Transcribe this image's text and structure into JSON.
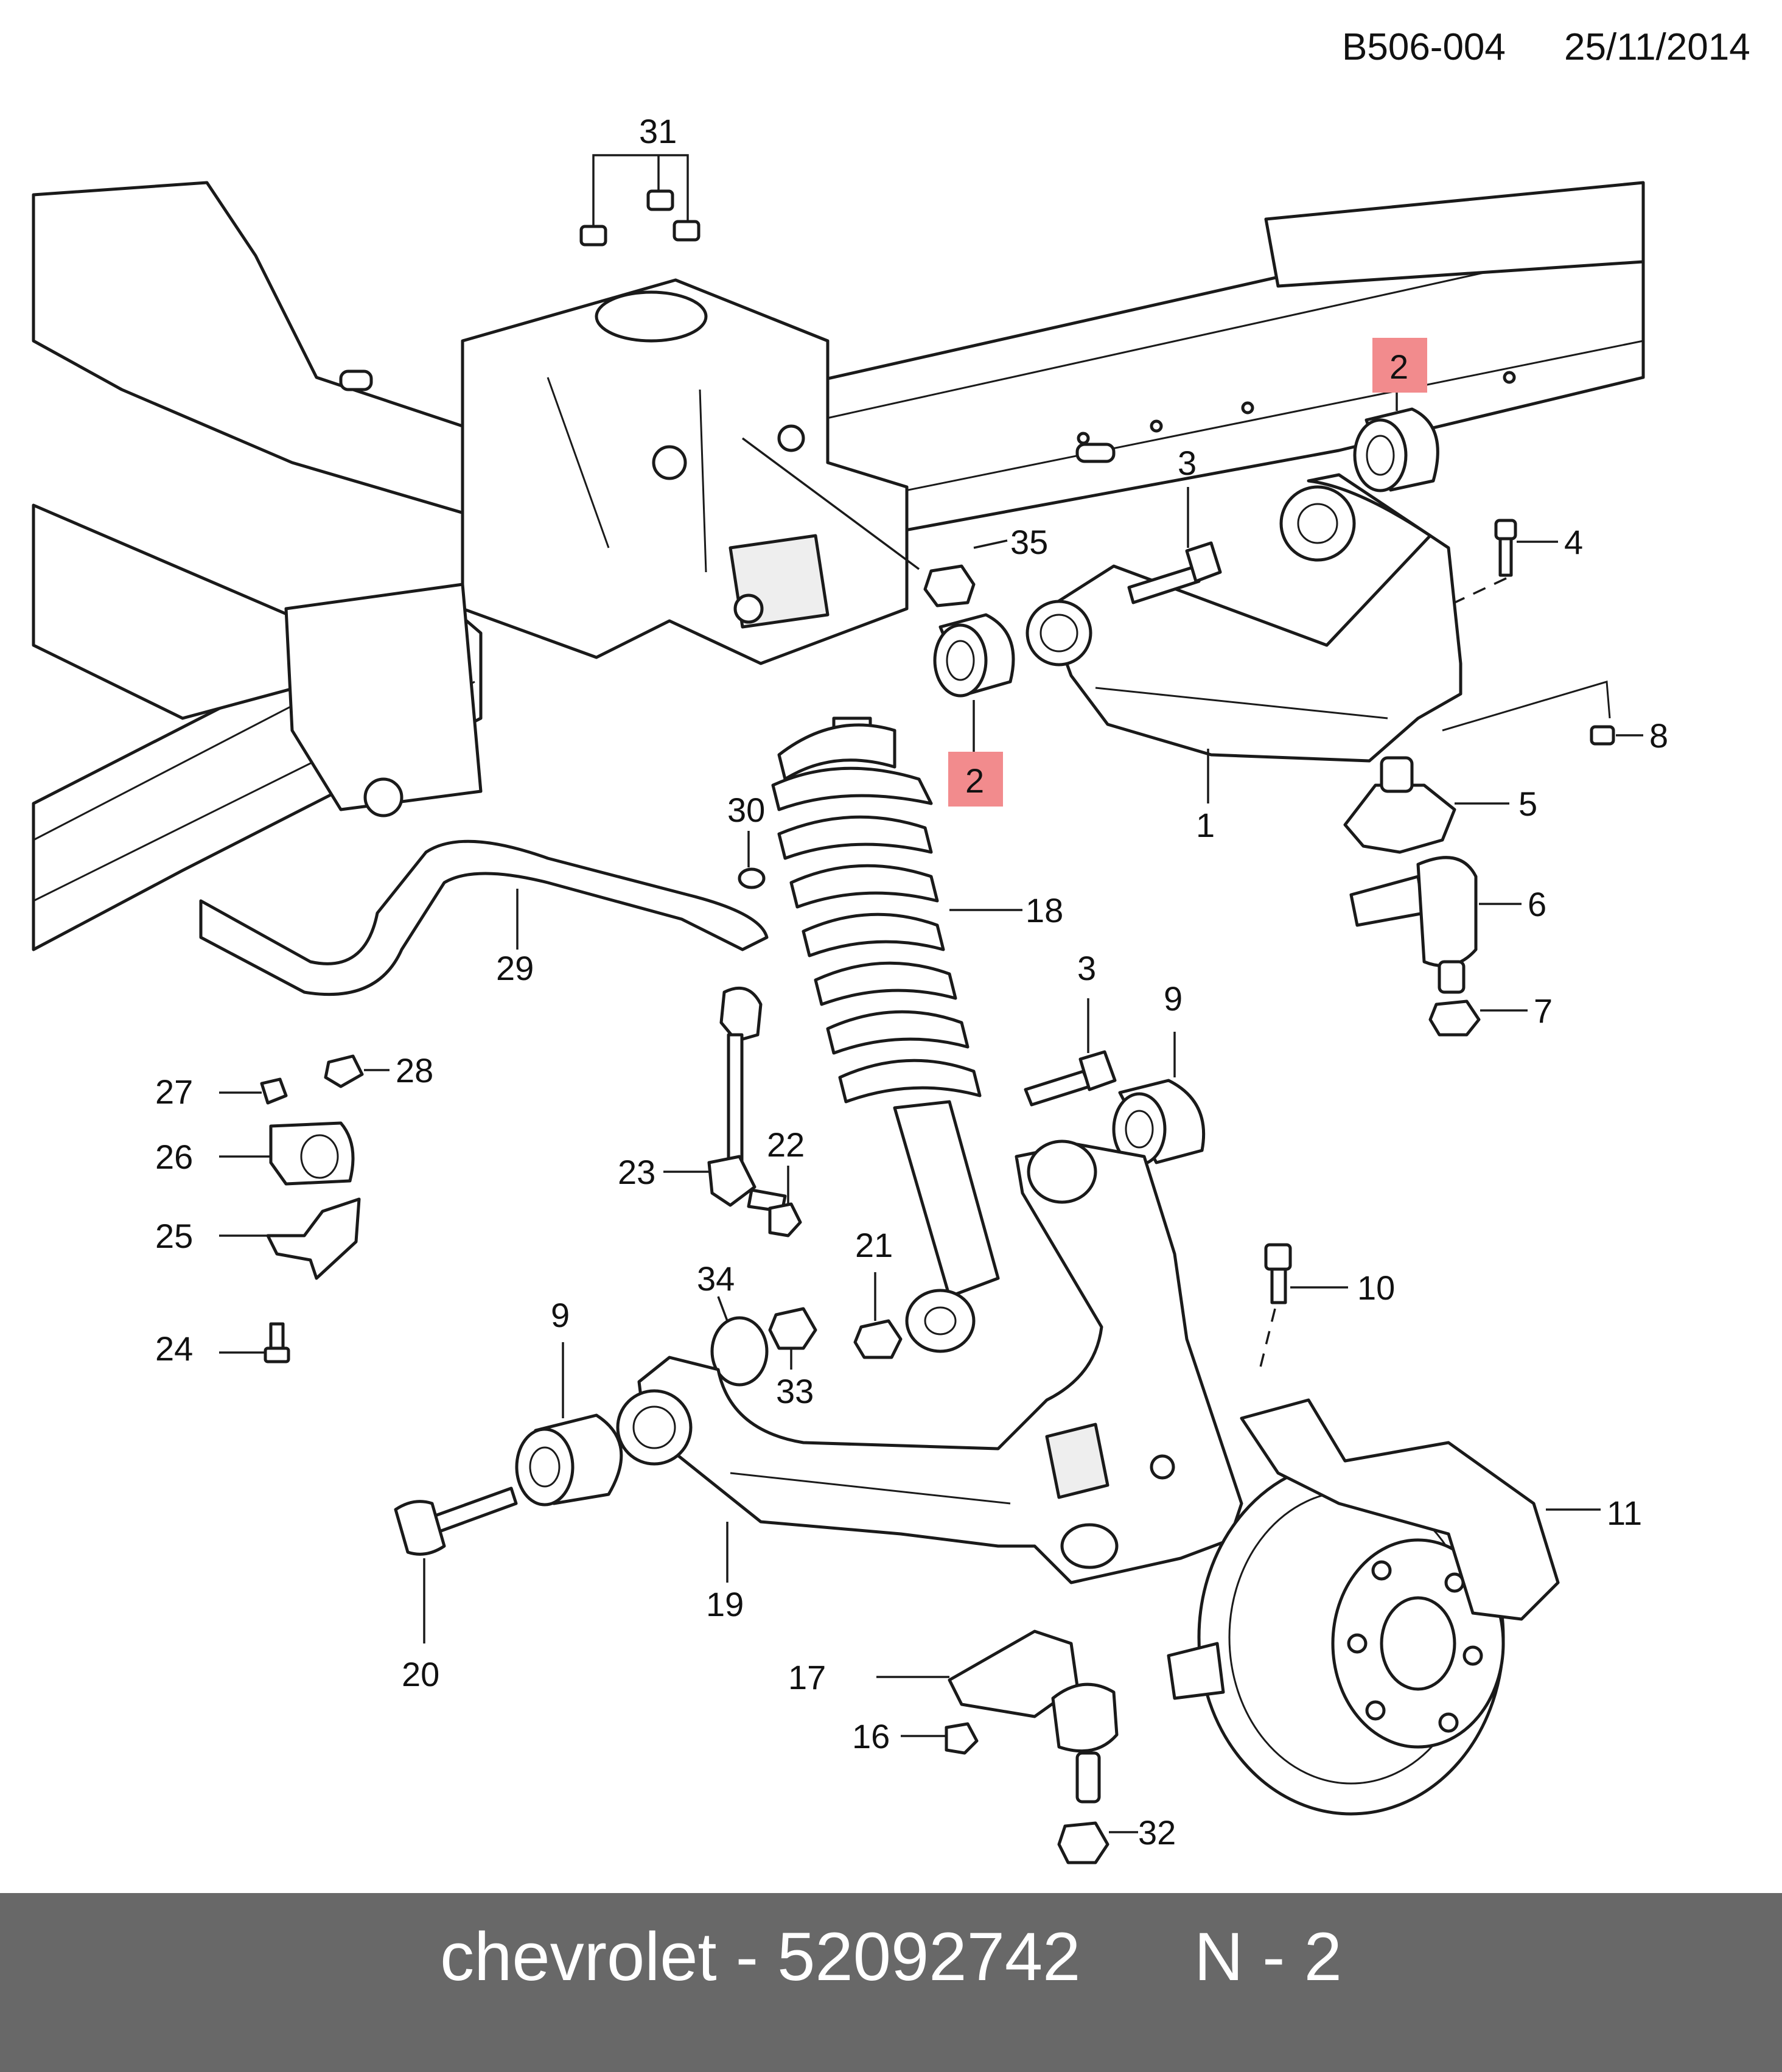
{
  "header": {
    "doc_code": "B506-004",
    "date": "25/11/2014"
  },
  "callouts": {
    "c1": "1",
    "c2a": "2",
    "c2b": "2",
    "c3a": "3",
    "c3b": "3",
    "c4": "4",
    "c5": "5",
    "c6": "6",
    "c7": "7",
    "c8": "8",
    "c9a": "9",
    "c9b": "9",
    "c10": "10",
    "c11": "11",
    "c16": "16",
    "c17": "17",
    "c18": "18",
    "c19": "19",
    "c20": "20",
    "c21": "21",
    "c22": "22",
    "c23": "23",
    "c24": "24",
    "c25": "25",
    "c26": "26",
    "c27": "27",
    "c28": "28",
    "c29": "29",
    "c30": "30",
    "c31": "31",
    "c32": "32",
    "c33": "33",
    "c34": "34",
    "c35": "35"
  },
  "highlight": {
    "part_number": "2",
    "color": "#f28b8d"
  },
  "footer": {
    "brand": "chevrolet",
    "separator": "-",
    "part_number": "52092742",
    "position_label": "N - 2",
    "background": "#686868"
  }
}
